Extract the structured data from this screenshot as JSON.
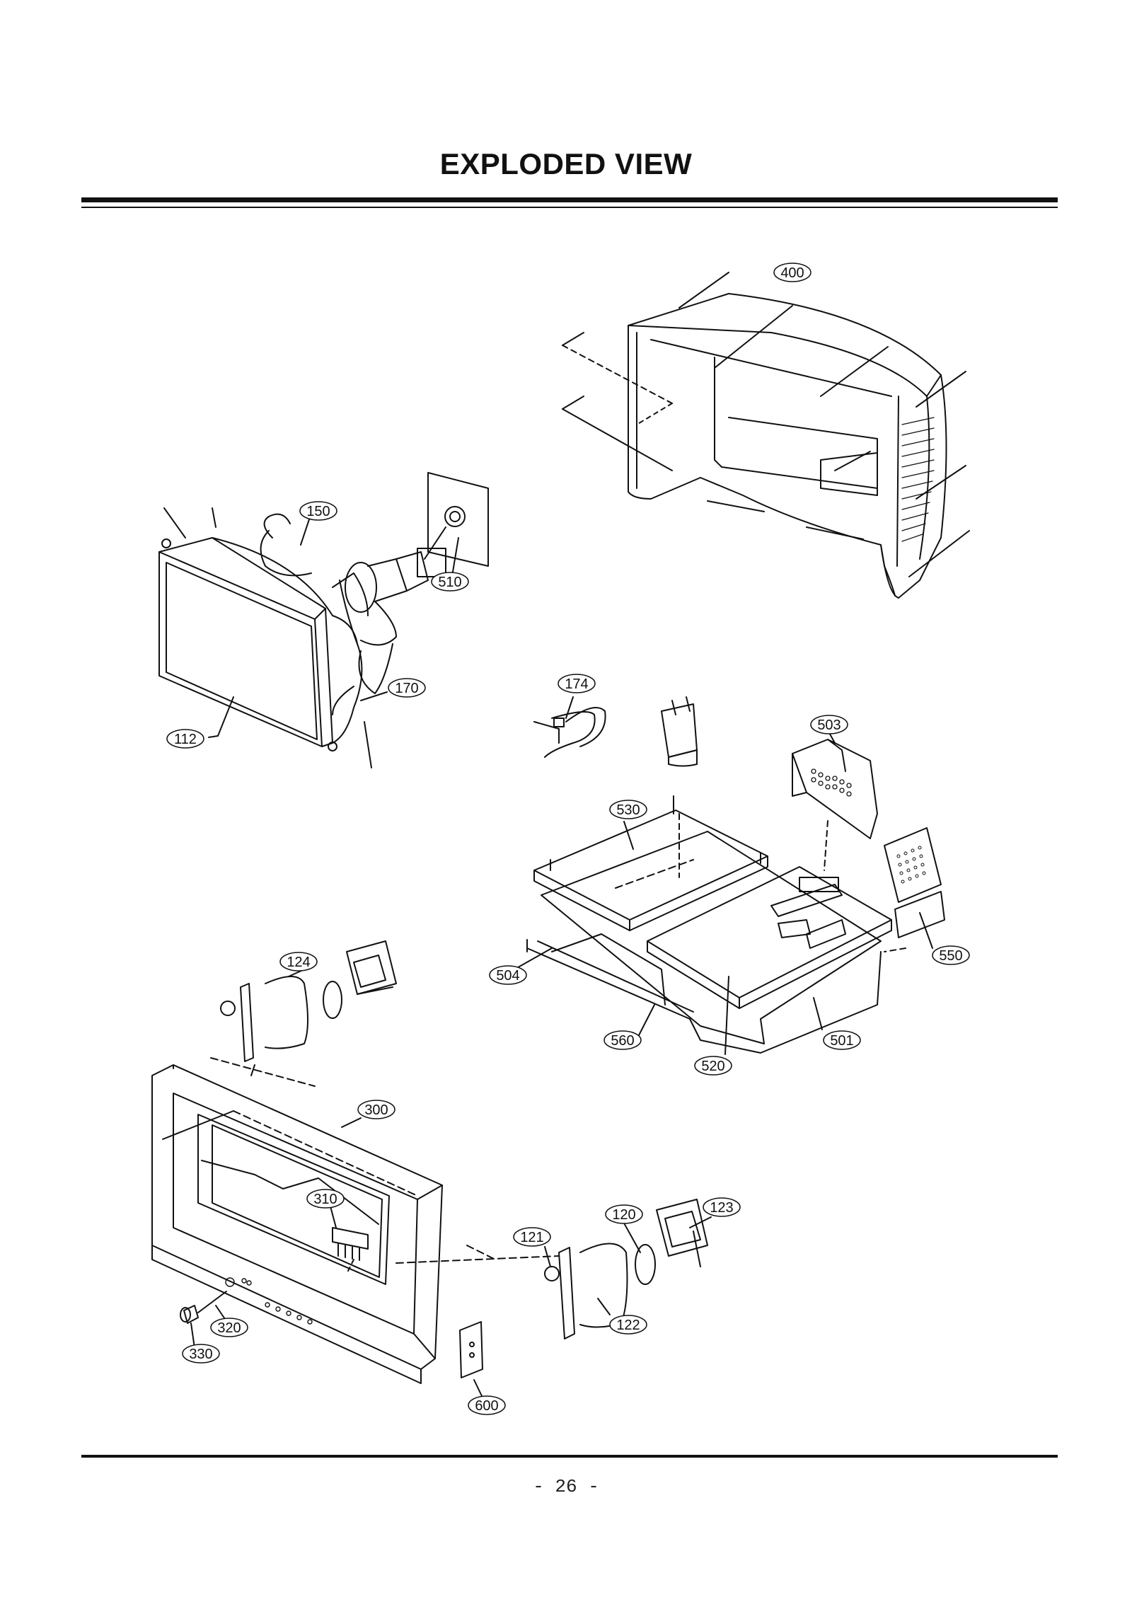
{
  "header": {
    "title": "EXPLODED VIEW"
  },
  "footer": {
    "page_number": "- 26 -"
  },
  "diagram": {
    "callouts": [
      {
        "id": "c400",
        "label": "400"
      },
      {
        "id": "c150",
        "label": "150"
      },
      {
        "id": "c510",
        "label": "510"
      },
      {
        "id": "c170",
        "label": "170"
      },
      {
        "id": "c112",
        "label": "112"
      },
      {
        "id": "c174",
        "label": "174"
      },
      {
        "id": "c503",
        "label": "503"
      },
      {
        "id": "c530",
        "label": "530"
      },
      {
        "id": "c550",
        "label": "550"
      },
      {
        "id": "c504",
        "label": "504"
      },
      {
        "id": "c560",
        "label": "560"
      },
      {
        "id": "c501",
        "label": "501"
      },
      {
        "id": "c520",
        "label": "520"
      },
      {
        "id": "c124",
        "label": "124"
      },
      {
        "id": "c300",
        "label": "300"
      },
      {
        "id": "c310",
        "label": "310"
      },
      {
        "id": "c120",
        "label": "120"
      },
      {
        "id": "c123",
        "label": "123"
      },
      {
        "id": "c121",
        "label": "121"
      },
      {
        "id": "c122",
        "label": "122"
      },
      {
        "id": "c320",
        "label": "320"
      },
      {
        "id": "c330",
        "label": "330"
      },
      {
        "id": "c600",
        "label": "600"
      }
    ]
  }
}
